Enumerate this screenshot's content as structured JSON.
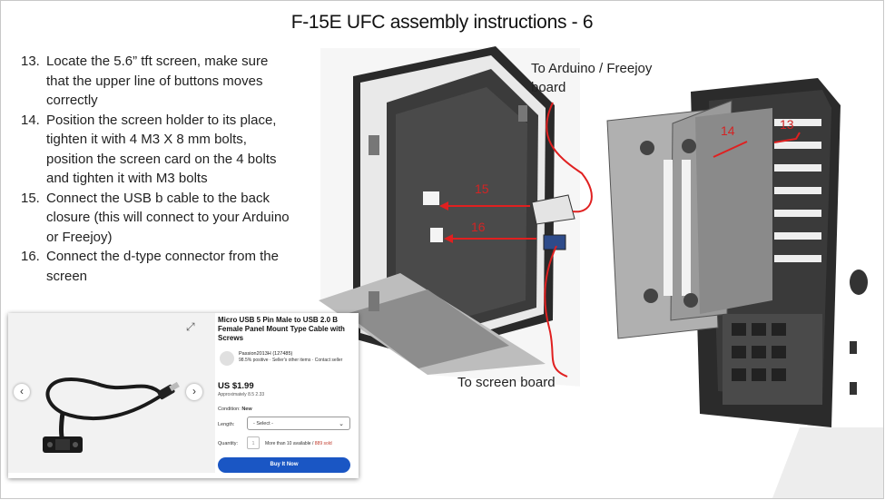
{
  "slide": {
    "title": "F-15E UFC assembly instructions - 6",
    "steps": [
      {
        "num": "13.",
        "text": "Locate the 5.6” tft screen, make sure that the upper line of buttons moves correctly"
      },
      {
        "num": "14.",
        "text": "Position the screen holder to its place, tighten it with 4 M3 X 8 mm bolts, position the screen card on the 4 bolts and tighten it with M3 bolts"
      },
      {
        "num": "15.",
        "text": "Connect the USB b cable to the back closure (this will connect to your Arduino or Freejoy)"
      },
      {
        "num": "16.",
        "text": "Connect the d-type connector from the screen"
      }
    ],
    "labels": {
      "to_arduino": "To Arduino / Freejoy board",
      "to_screen": "To screen board"
    },
    "callouts": {
      "c15": "15",
      "c16": "16",
      "c14": "14",
      "c13": "13"
    },
    "accent_color": "#e02020"
  },
  "product": {
    "title": "Micro USB 5 Pin Male to USB 2.0 B Female Panel Mount Type Cable with Screws",
    "seller_name": "Passion2013H",
    "seller_count": "(127485)",
    "seller_meta": "98.5% positive · Seller's other items · Contact seller",
    "price": "US $1.99",
    "approx": "Approximately 8.5 2.33",
    "condition_label": "Condition:",
    "condition_value": "New",
    "length_label": "Length:",
    "length_value": "- Select -",
    "quantity_label": "Quantity:",
    "quantity_value": "1",
    "availability": "More than 10 available / ",
    "sold": "889 sold",
    "buy_label": "Buy It Now",
    "nav_prev": "‹",
    "nav_next": "›",
    "expand_icon": "⤢"
  }
}
